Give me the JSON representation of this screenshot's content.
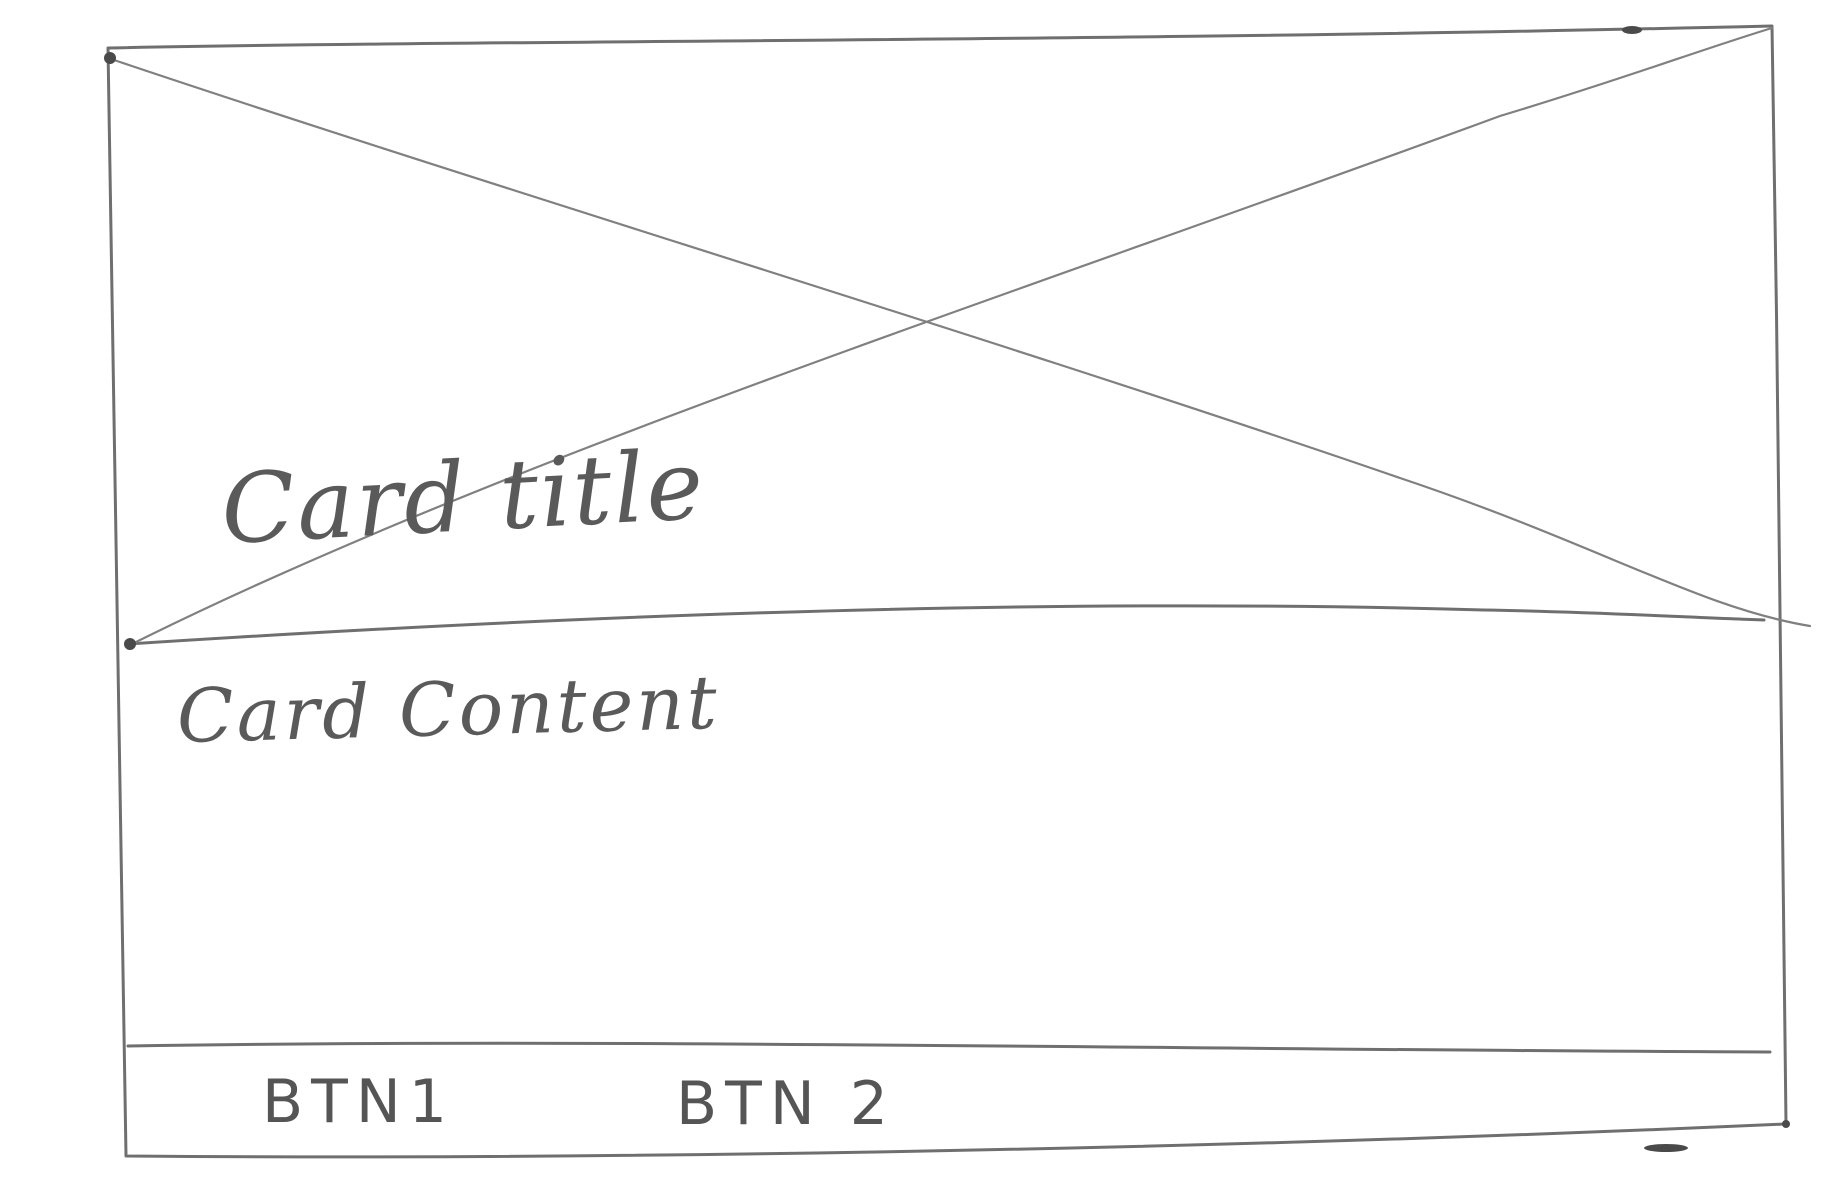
{
  "card": {
    "title": "Card title",
    "content": "Card Content",
    "buttons": [
      {
        "label": "BTN1"
      },
      {
        "label": "BTN 2"
      }
    ]
  },
  "colors": {
    "paper": "#ffffff",
    "pencil": "#6f6f6f"
  },
  "icons": {
    "image_placeholder": "crossed-box-icon"
  }
}
